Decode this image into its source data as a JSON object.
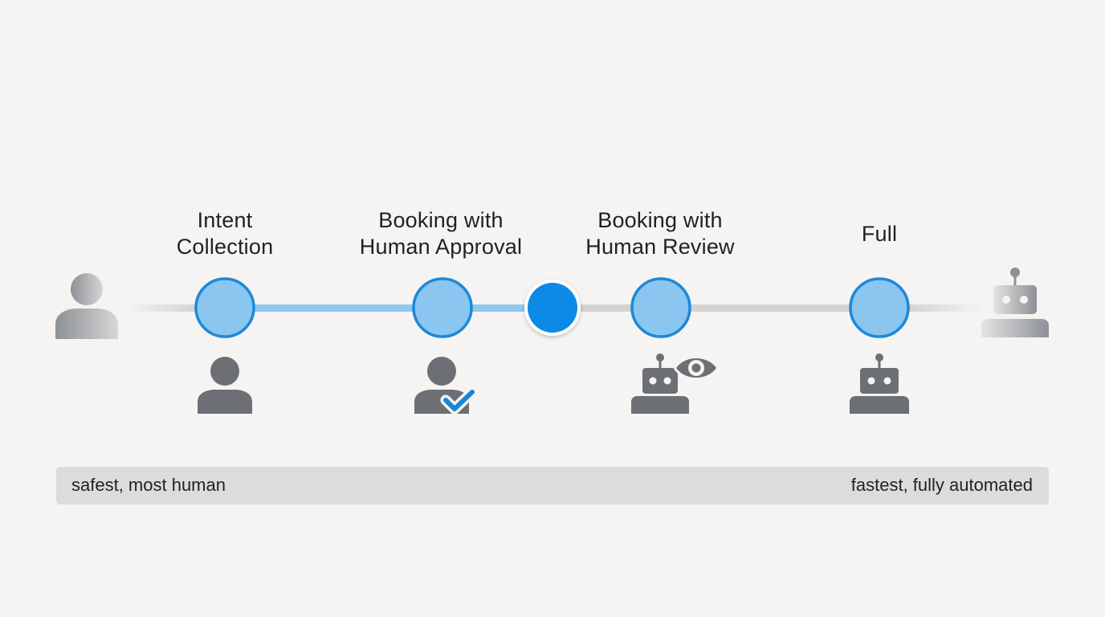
{
  "stages": [
    {
      "line1": "Intent",
      "line2": "Collection",
      "icon": "person-icon"
    },
    {
      "line1": "Booking with",
      "line2": "Human Approval",
      "icon": "person-check-icon"
    },
    {
      "line1": "Booking with",
      "line2": "Human Review",
      "icon": "robot-eye-icon"
    },
    {
      "line1": "Full",
      "line2": "",
      "icon": "robot-icon"
    }
  ],
  "endpoints": {
    "left_icon": "person-icon",
    "right_icon": "robot-icon"
  },
  "slider": {
    "position_fraction": 0.5,
    "active_color": "#0a8ae6"
  },
  "colors": {
    "node_fill": "#8ac6f0",
    "node_stroke": "#1e88d8",
    "active_track": "#8ec8ee",
    "inactive_track": "#d4d3d1",
    "icon_gray": "#6c7075",
    "check_blue": "#1a85d6"
  },
  "scale": {
    "left_label": "safest, most human",
    "right_label": "fastest, fully automated"
  }
}
